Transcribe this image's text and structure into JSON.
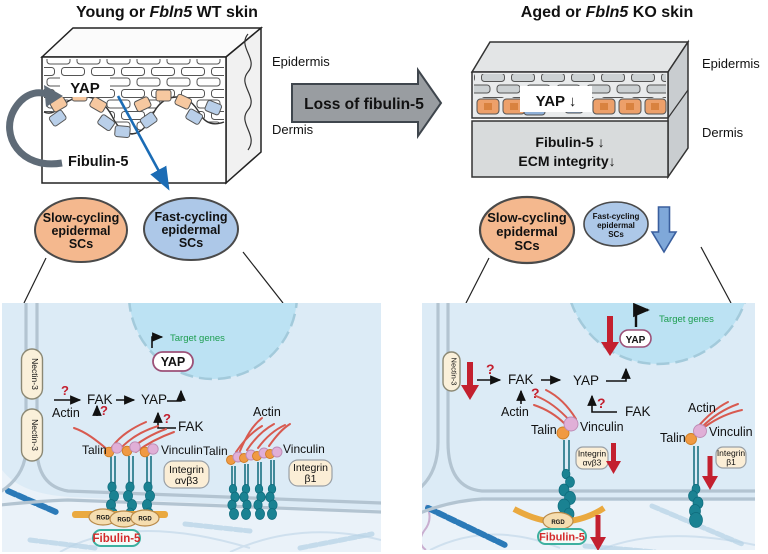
{
  "colors": {
    "page_bg": "#ffffff",
    "panel_bg": "#dcebf6",
    "ecm_bg": "#eaf2f9",
    "nucleus": "#bce2f3",
    "membrane": "#b3c4d1",
    "red_accent": "#c3202f",
    "actin_red": "#d85a50",
    "integrin_teal": "#1a8292",
    "talin_orange": "#f09a43",
    "vinculin_pink": "#e0afd7",
    "label_tan": "#fbeed6",
    "fibulin_box_border": "#3db0a0",
    "fibulin_text": "#d42b2b",
    "rgd_fill": "#f5ddb0",
    "ecm_band_orange": "#eaa93f",
    "fibril_blue": "#2b7ab8",
    "slow_sc_fill": "#f4b88e",
    "fast_sc_fill": "#adc8e8",
    "gray_arrow": "#999da1",
    "target_genes_green": "#1d9e50",
    "yap_box_border": "#9c5178",
    "skin_cell_orange": "#f6c8a0",
    "skin_cell_blue": "#b9cfe9",
    "aged_skin_gray": "#d8dbdc"
  },
  "header": {
    "left_title": {
      "pre": "Young or ",
      "italic": "Fbln5",
      "post": " WT skin"
    },
    "right_title": {
      "pre": "Aged or ",
      "italic": "Fbln5",
      "post": " KO skin"
    }
  },
  "young_skin": {
    "yap": "YAP",
    "fibulin5": "Fibulin-5",
    "epidermis": "Epidermis",
    "dermis": "Dermis"
  },
  "transition_arrow": {
    "label": "Loss of fibulin-5"
  },
  "aged_skin": {
    "yap": "YAP ↓",
    "fibulin5": "Fibulin-5 ↓",
    "ecm": "ECM integrity↓",
    "epidermis": "Epidermis",
    "dermis": "Dermis"
  },
  "stem_cells": {
    "young": {
      "slow": {
        "l1": "Slow-cycling",
        "l2": "epidermal",
        "l3": "SCs"
      },
      "fast": {
        "l1": "Fast-cycling",
        "l2": "epidermal",
        "l3": "SCs"
      }
    },
    "aged": {
      "slow": {
        "l1": "Slow-cycling",
        "l2": "epidermal",
        "l3": "SCs"
      },
      "fast": {
        "l1": "Fast-cycling",
        "l2": "epidermal",
        "l3": "SCs"
      }
    }
  },
  "wt_panel": {
    "nectin3": "Nectin-3",
    "target_genes": "Target genes",
    "yap_nuclear": "YAP",
    "q": "?",
    "actin": "Actin",
    "fak": "FAK",
    "yap": "YAP",
    "fak2": "FAK",
    "talin": "Talin",
    "vinculin": "Vinculin",
    "integrin_avb3": {
      "l1": "Integrin",
      "l2": "αvβ3"
    },
    "actin2": "Actin",
    "talin2": "Talin",
    "vinculin2": "Vinculin",
    "integrin_b1": {
      "l1": "Integrin",
      "l2": "β1"
    },
    "rgd": "RGD",
    "fibulin5": "Fibulin-5"
  },
  "ko_panel": {
    "nectin3": "Nectin-3",
    "target_genes": "Target genes",
    "yap_nuclear": "YAP",
    "q": "?",
    "actin": "Actin",
    "fak": "FAK",
    "yap": "YAP",
    "fak2": "FAK",
    "talin": "Talin",
    "vinculin": "Vinculin",
    "integrin_avb3": {
      "l1": "Integrin",
      "l2": "αvβ3"
    },
    "actin2": "Actin",
    "talin2": "Talin",
    "vinculin2": "Vinculin",
    "integrin_b1": {
      "l1": "Integrin",
      "l2": "β1"
    },
    "rgd": "RGD",
    "fibulin5": "Fibulin-5"
  }
}
